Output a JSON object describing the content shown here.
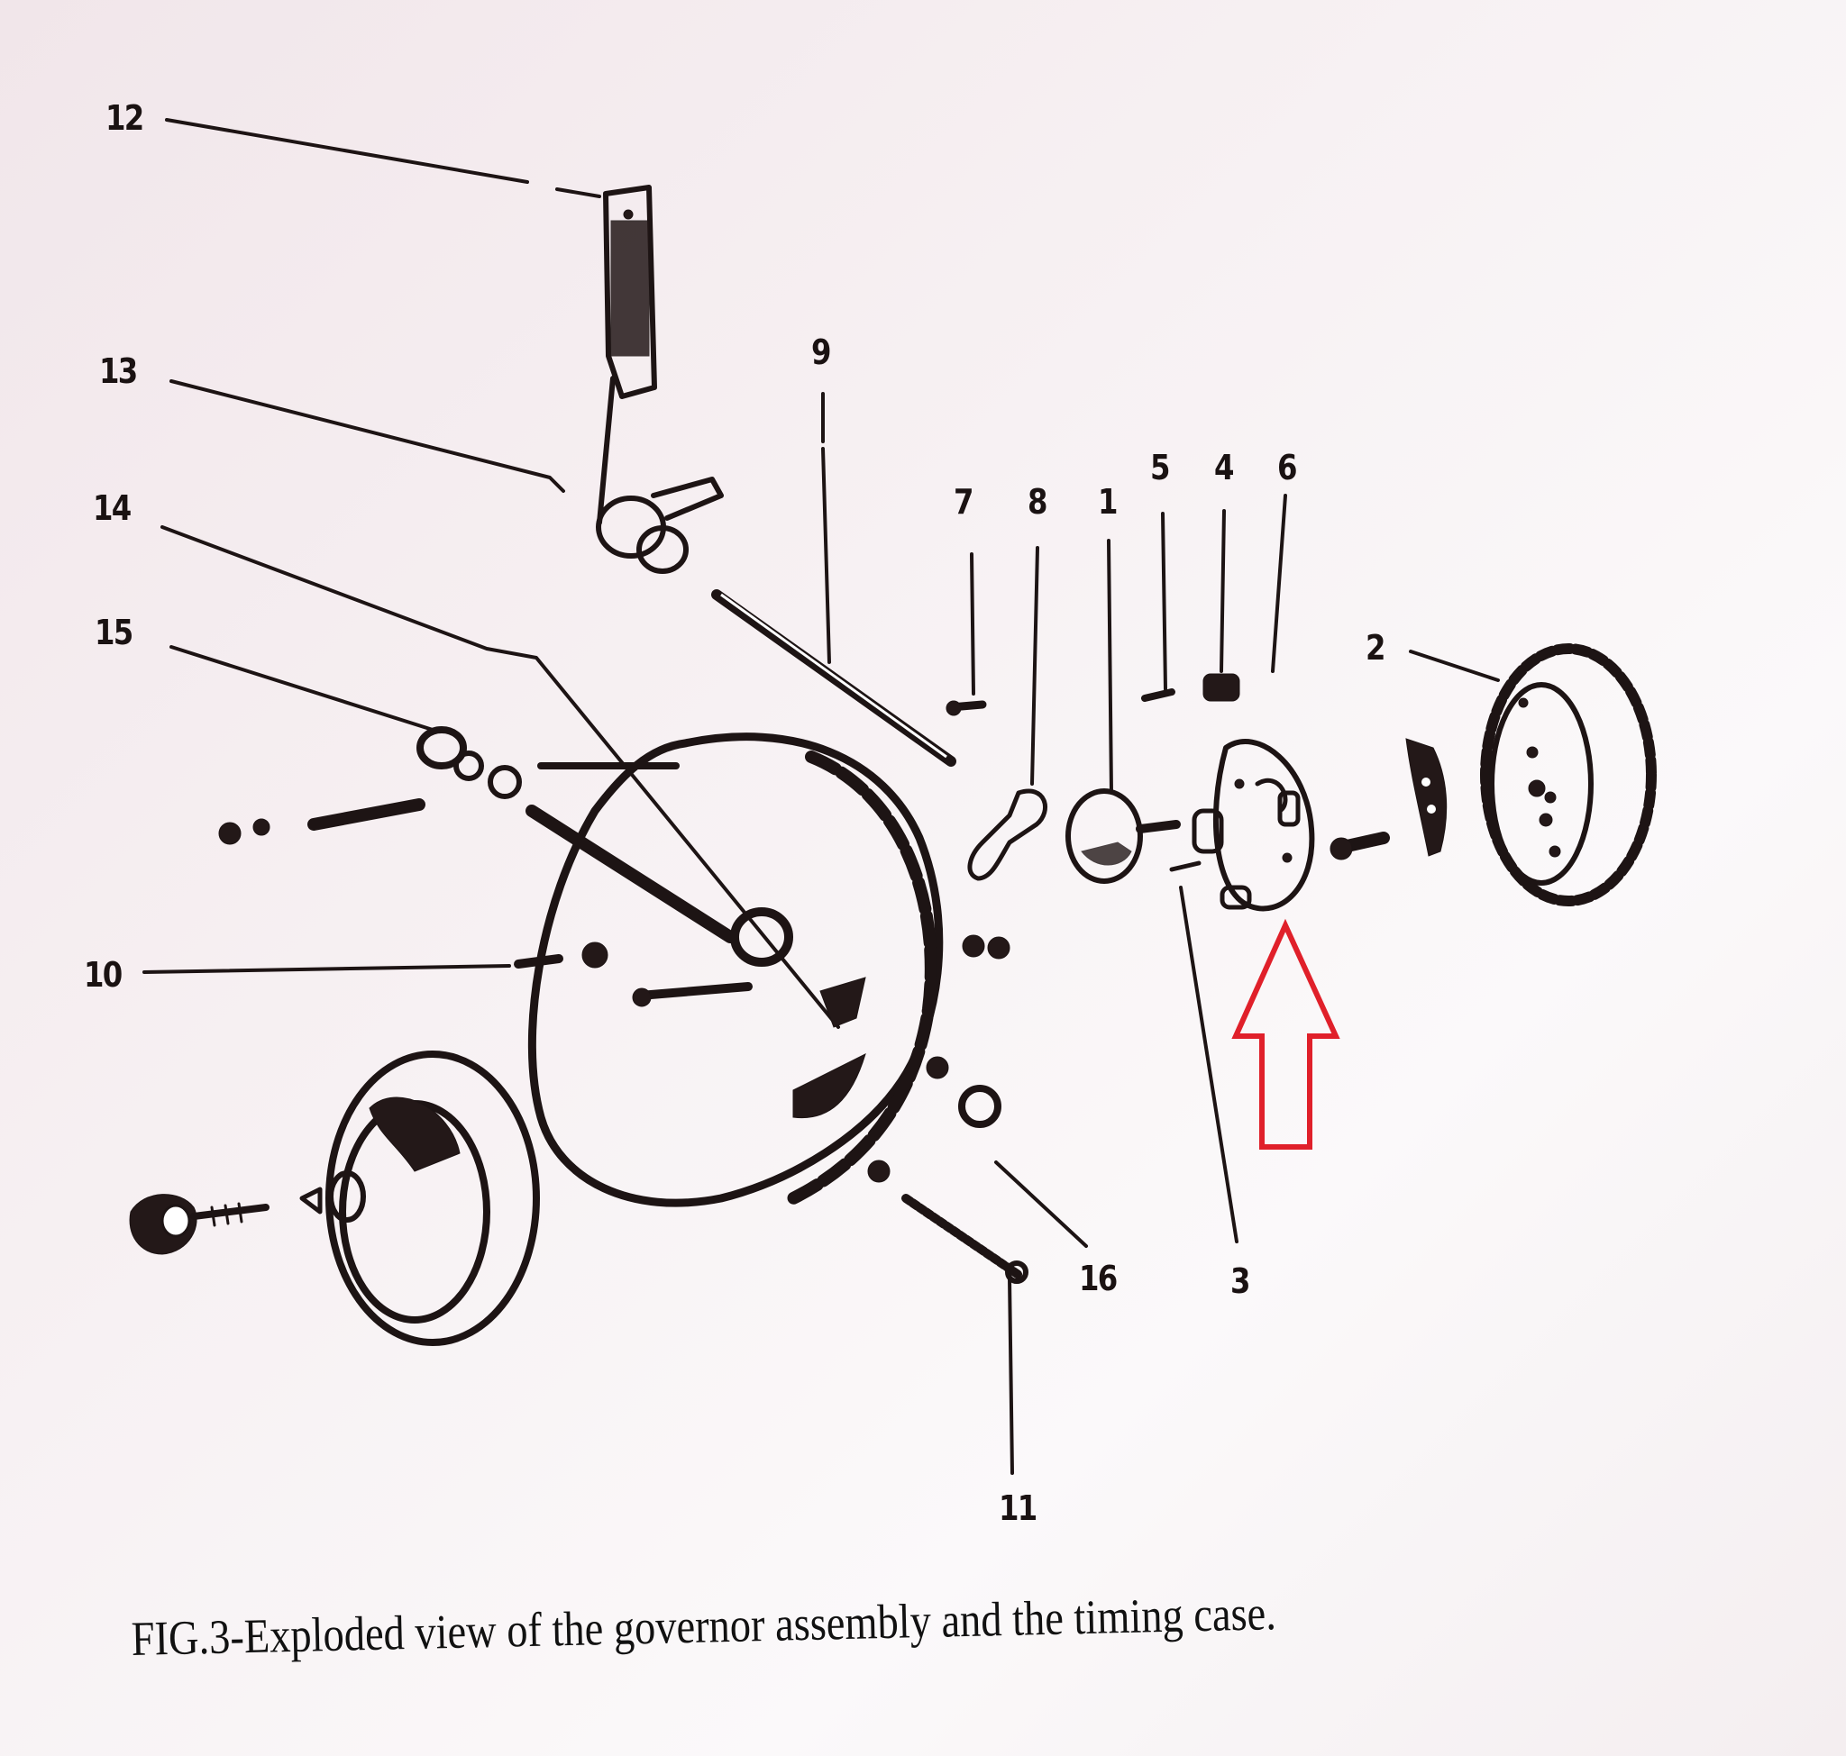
{
  "figure": {
    "caption": "FIG.3-Exploded view of the governor assembly and the timing case.",
    "subject": "Governor assembly and timing case (exploded view)",
    "callouts": [
      {
        "id": "1",
        "label": "1"
      },
      {
        "id": "2",
        "label": "2"
      },
      {
        "id": "3",
        "label": "3"
      },
      {
        "id": "4",
        "label": "4"
      },
      {
        "id": "5",
        "label": "5"
      },
      {
        "id": "6",
        "label": "6"
      },
      {
        "id": "7",
        "label": "7"
      },
      {
        "id": "8",
        "label": "8"
      },
      {
        "id": "9",
        "label": "9"
      },
      {
        "id": "10",
        "label": "10"
      },
      {
        "id": "11",
        "label": "11"
      },
      {
        "id": "12",
        "label": "12"
      },
      {
        "id": "13",
        "label": "13"
      },
      {
        "id": "14",
        "label": "14"
      },
      {
        "id": "15",
        "label": "15"
      },
      {
        "id": "16",
        "label": "16"
      }
    ],
    "annotation": {
      "type": "arrow-up",
      "color": "#e0202a",
      "points_to": "3"
    }
  }
}
